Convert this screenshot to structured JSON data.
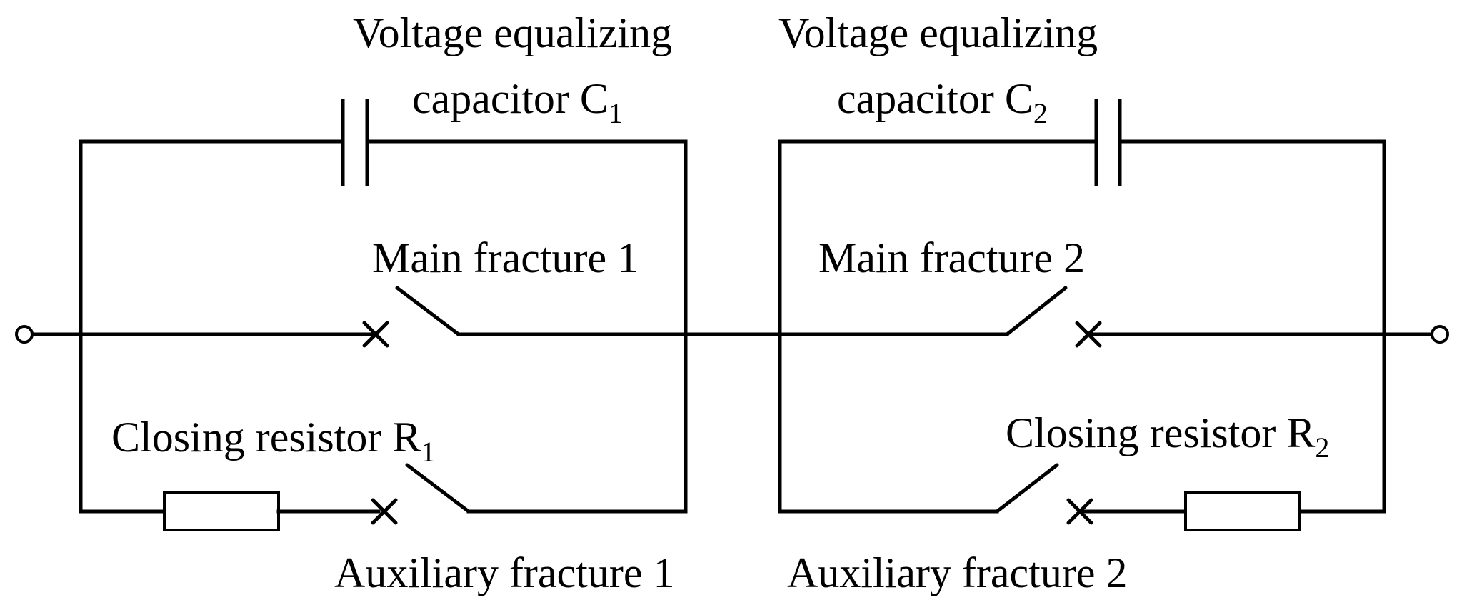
{
  "labels": {
    "capacitor1": {
      "line1": "Voltage equalizing",
      "line2": "capacitor C",
      "sub": "1"
    },
    "capacitor2": {
      "line1": "Voltage equalizing",
      "line2": "capacitor C",
      "sub": "2"
    },
    "main1": "Main fracture 1",
    "main2": "Main fracture 2",
    "resistor1": {
      "text": "Closing resistor R",
      "sub": "1"
    },
    "resistor2": {
      "text": "Closing resistor R",
      "sub": "2"
    },
    "aux1": "Auxiliary fracture 1",
    "aux2": "Auxiliary fracture 2"
  }
}
